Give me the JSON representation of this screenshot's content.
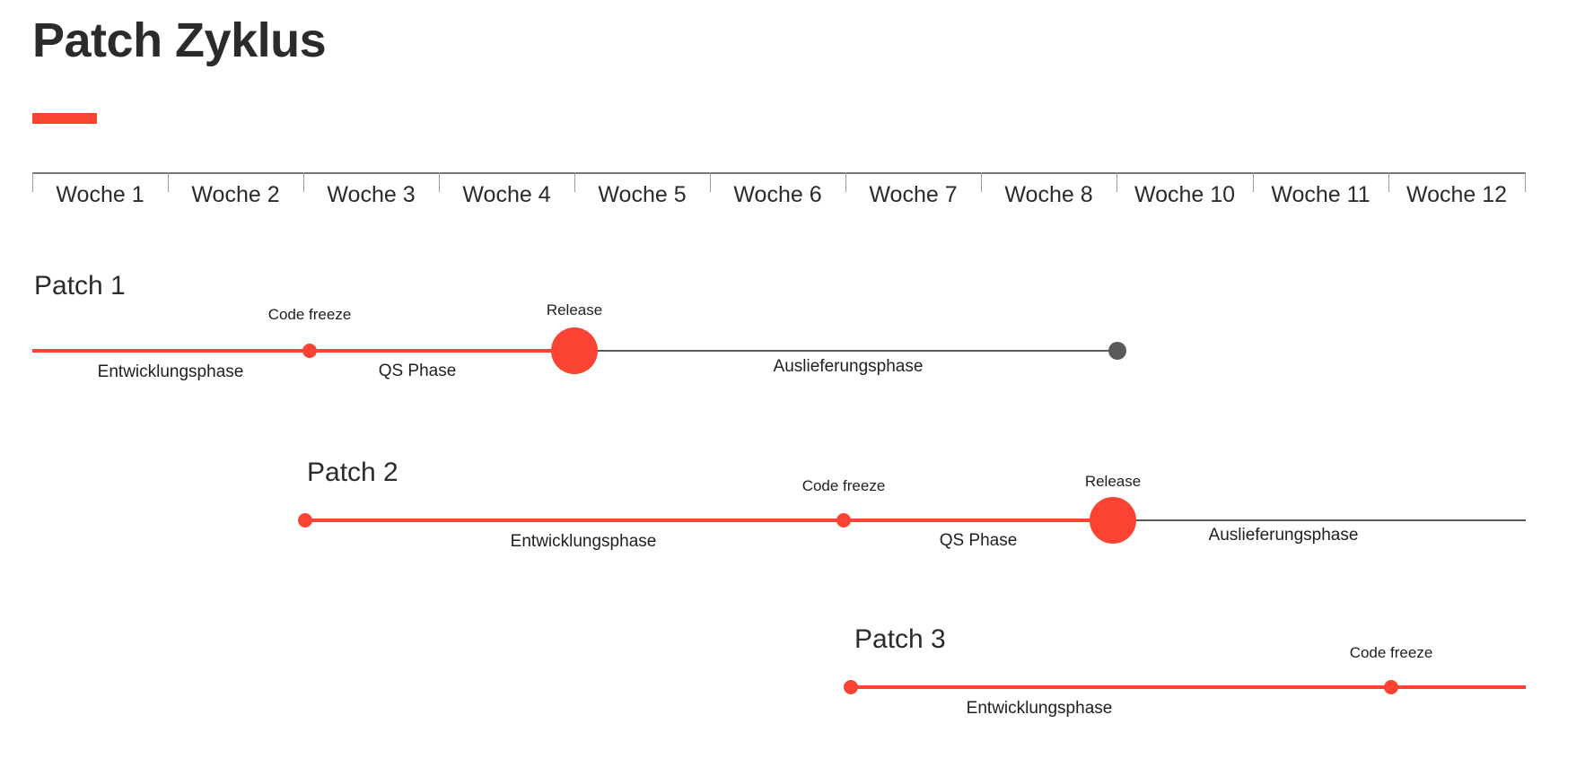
{
  "header": {
    "title": "Patch Zyklus",
    "accent_color": "#fa4332"
  },
  "colors": {
    "accent_red": "#fa4332",
    "line_gray": "#5a5a5a",
    "axis_gray": "#777777",
    "text_dark": "#2b2b2b"
  },
  "week_axis": {
    "labels": [
      "Woche 1",
      "Woche 2",
      "Woche 3",
      "Woche 4",
      "Woche 5",
      "Woche 6",
      "Woche 7",
      "Woche 8",
      "Woche 10",
      "Woche 11",
      "Woche 12"
    ]
  },
  "patches": [
    {
      "title": "Patch 1",
      "markers": [
        {
          "label": "Code freeze",
          "type": "small-red"
        },
        {
          "label": "Release",
          "type": "big-red"
        }
      ],
      "phases": [
        {
          "label": "Entwicklungsphase",
          "color": "#fa4332"
        },
        {
          "label": "QS Phase",
          "color": "#fa4332"
        },
        {
          "label": "Auslieferungsphase",
          "color": "#5a5a5a"
        }
      ]
    },
    {
      "title": "Patch 2",
      "markers": [
        {
          "label": "Code freeze",
          "type": "small-red"
        },
        {
          "label": "Release",
          "type": "big-red"
        }
      ],
      "phases": [
        {
          "label": "Entwicklungsphase",
          "color": "#fa4332"
        },
        {
          "label": "QS Phase",
          "color": "#fa4332"
        },
        {
          "label": "Auslieferungsphase",
          "color": "#5a5a5a"
        }
      ]
    },
    {
      "title": "Patch 3",
      "markers": [
        {
          "label": "Code freeze",
          "type": "small-red"
        }
      ],
      "phases": [
        {
          "label": "Entwicklungsphase",
          "color": "#fa4332"
        }
      ]
    }
  ]
}
